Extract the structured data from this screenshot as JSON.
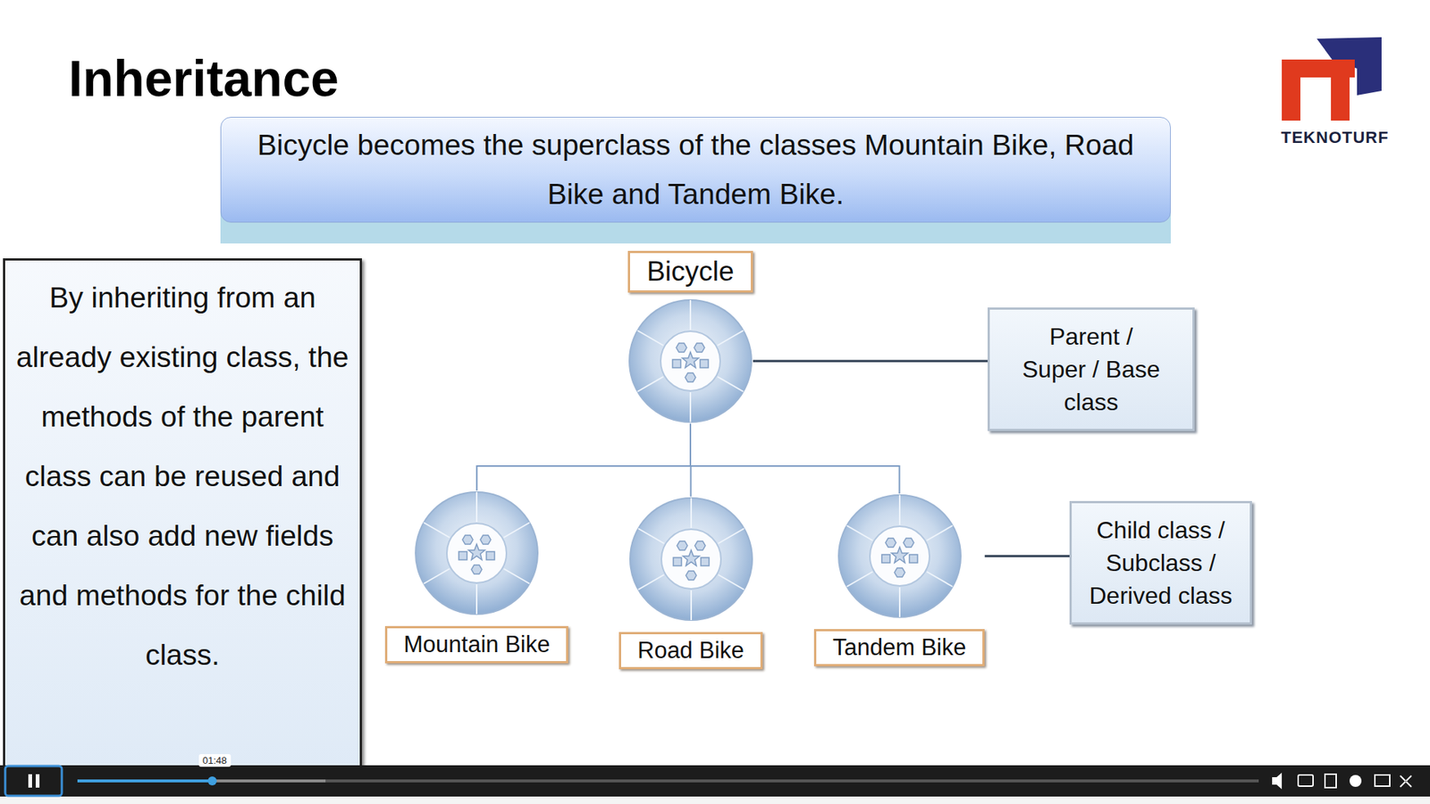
{
  "diagram": {
    "title": "Inheritance",
    "nodes": [
      {
        "text": [
          "Bicycle becomes the superclass of the classes Mountain Bike, Road Bike and Tandem Bike."
        ]
      },
      {
        "text": [
          "By inheriting from an already existing class, the methods of the parent class can be reused and can also add new fields and methods for the child class."
        ]
      },
      {
        "text": [
          "Bicycle"
        ]
      },
      {
        "text": [
          "Parent / Super / Base class"
        ]
      },
      {
        "text": [
          "Mountain Bike"
        ]
      },
      {
        "text": [
          "Road Bike"
        ]
      },
      {
        "text": [
          "Tandem Bike"
        ]
      },
      {
        "text": [
          "Child class / Subclass / Derived class"
        ]
      }
    ],
    "edges": [
      {
        "from": 2,
        "to": 3,
        "arrow": "none"
      },
      {
        "from": 2,
        "to": 4,
        "arrow": "none"
      },
      {
        "from": 2,
        "to": 5,
        "arrow": "none"
      },
      {
        "from": 2,
        "to": 6,
        "arrow": "none"
      },
      {
        "from": 6,
        "to": 7,
        "arrow": "none"
      }
    ],
    "labels": [
      "TEKNOTURF",
      "01:48"
    ]
  }
}
